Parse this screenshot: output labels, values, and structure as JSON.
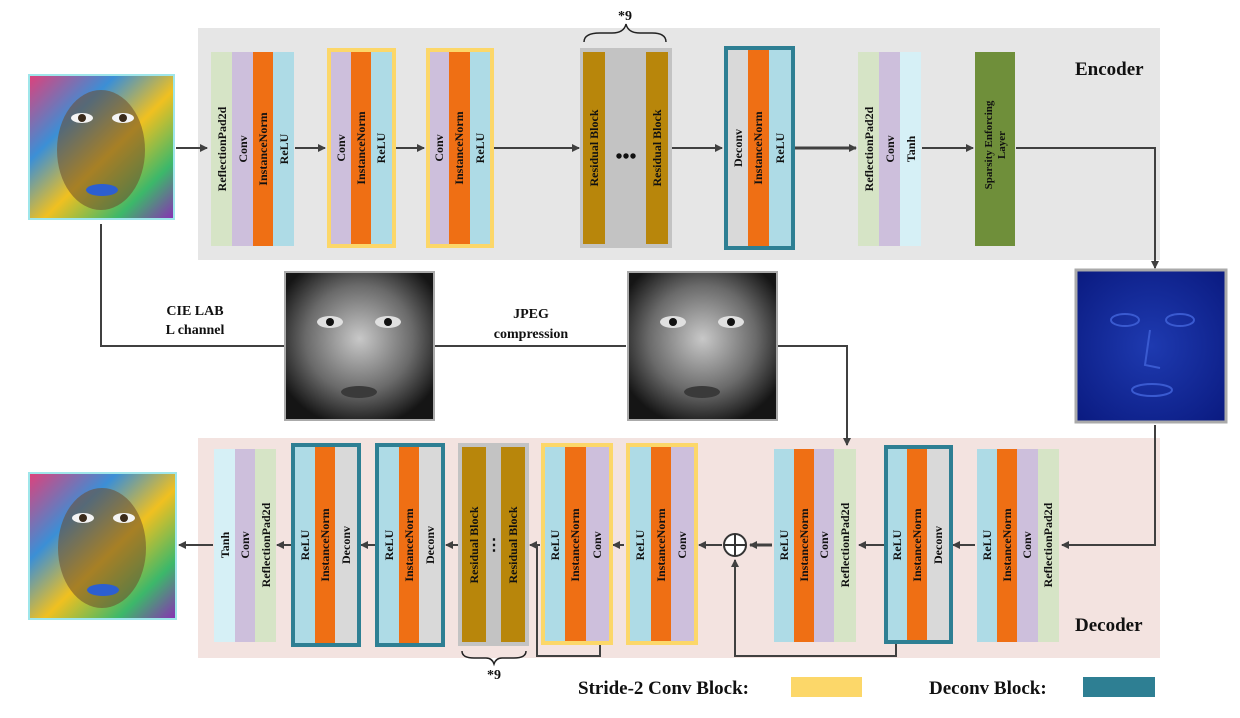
{
  "diagram": {
    "encoder_label": "Encoder",
    "decoder_label": "Decoder",
    "repeat_label": "*9",
    "dots": "•••",
    "vdots": "⋮",
    "annotations": {
      "lab_line1": "CIE LAB",
      "lab_line2": "L channel",
      "jpeg_line1": "JPEG",
      "jpeg_line2": "compression"
    },
    "legend": {
      "stride_label": "Stride-2 Conv Block:",
      "deconv_label": "Deconv Block:"
    },
    "layers": {
      "reflection_pad": "ReflectionPad2d",
      "conv": "Conv",
      "instance_norm": "InstanceNorm",
      "relu": "ReLU",
      "residual_block": "Residual Block",
      "deconv": "Deconv",
      "tanh": "Tanh",
      "sparsity_line1": "Sparsity Enforcing",
      "sparsity_line2": "Layer"
    },
    "colors": {
      "encoder_bg": "#e6e6e6",
      "decoder_bg": "#f3e3e0",
      "reflection_pad": "#d6e4c6",
      "conv": "#cdbfdc",
      "instance_norm": "#ef6f14",
      "relu": "#aedbe6",
      "residual_block": "#b8860b",
      "residual_gap": "#c3c3c3",
      "deconv": "#d9d9d9",
      "tanh": "#d6f0f6",
      "sparsity": "#6f8f3a",
      "stride_block": "#fcd769",
      "deconv_block": "#2e7f93"
    }
  }
}
